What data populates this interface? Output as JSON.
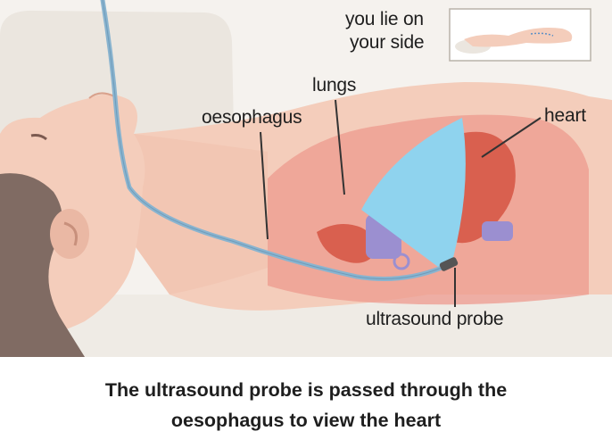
{
  "labels": {
    "position_line1": "you lie on",
    "position_line2": "your side",
    "lungs": "lungs",
    "oesophagus": "oesophagus",
    "heart": "heart",
    "probe": "ultrasound probe"
  },
  "caption": {
    "line1": "The ultrasound probe is passed through the",
    "line2": "oesophagus to view the heart"
  },
  "colors": {
    "skin": "#f4cdbb",
    "skin_shadow": "#e9b3a0",
    "hair": "#806b63",
    "lungs": "#ee9a8e",
    "heart": "#d9604f",
    "vessels": "#9b8fd0",
    "ultrasound_beam": "#8fd3ee",
    "tube": "#8ab4cf",
    "pillow": "#ede9e3",
    "background": "#ffffff"
  }
}
